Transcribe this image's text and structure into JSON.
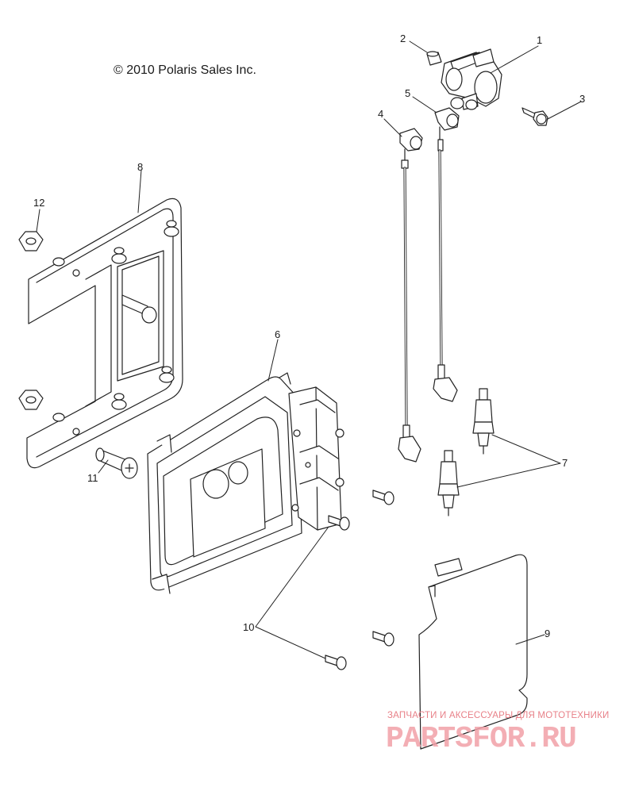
{
  "copyright": "© 2010 Polaris Sales Inc.",
  "callouts": [
    {
      "id": "1",
      "label": "1"
    },
    {
      "id": "2",
      "label": "2"
    },
    {
      "id": "3",
      "label": "3"
    },
    {
      "id": "4",
      "label": "4"
    },
    {
      "id": "5",
      "label": "5"
    },
    {
      "id": "6",
      "label": "6"
    },
    {
      "id": "7",
      "label": "7"
    },
    {
      "id": "8",
      "label": "8"
    },
    {
      "id": "9",
      "label": "9"
    },
    {
      "id": "10",
      "label": "10"
    },
    {
      "id": "11",
      "label": "11"
    },
    {
      "id": "12",
      "label": "12"
    }
  ],
  "watermark": {
    "tagline": "ЗАПЧАСТИ И АКСЕССУАРЫ ДЛЯ МОТОТЕХНИКИ",
    "logo": "PARTSFOR.RU",
    "color": "#e8707c"
  },
  "colors": {
    "line": "#222222",
    "fill": "#ffffff",
    "shade": "#d8d8d8"
  }
}
